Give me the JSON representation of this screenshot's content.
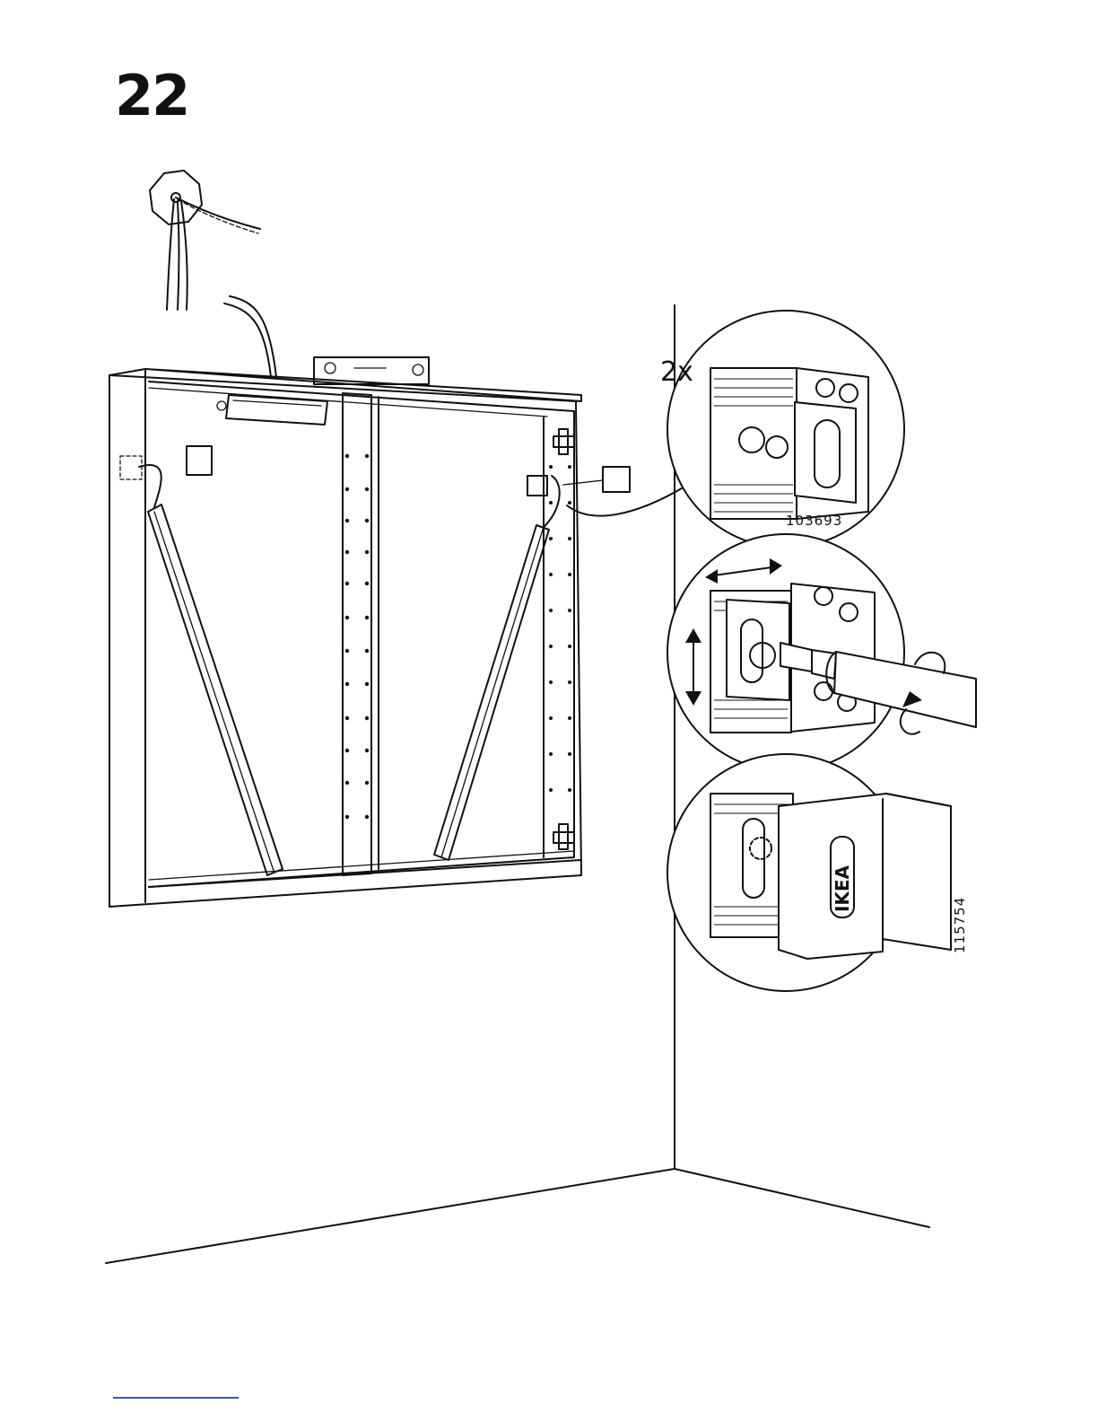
{
  "step": {
    "number": "22"
  },
  "detail": {
    "quantity": "2x",
    "part_number_bracket": "103693",
    "part_number_cover": "115754",
    "cover_logo": "IKEA"
  },
  "icons": [
    "ceiling-junction-box-icon",
    "mirror-cabinet-icon",
    "wall-bracket-icon",
    "screwdriver-icon",
    "rotate-arrow-icon",
    "double-arrow-icon",
    "cover-cap-icon"
  ]
}
